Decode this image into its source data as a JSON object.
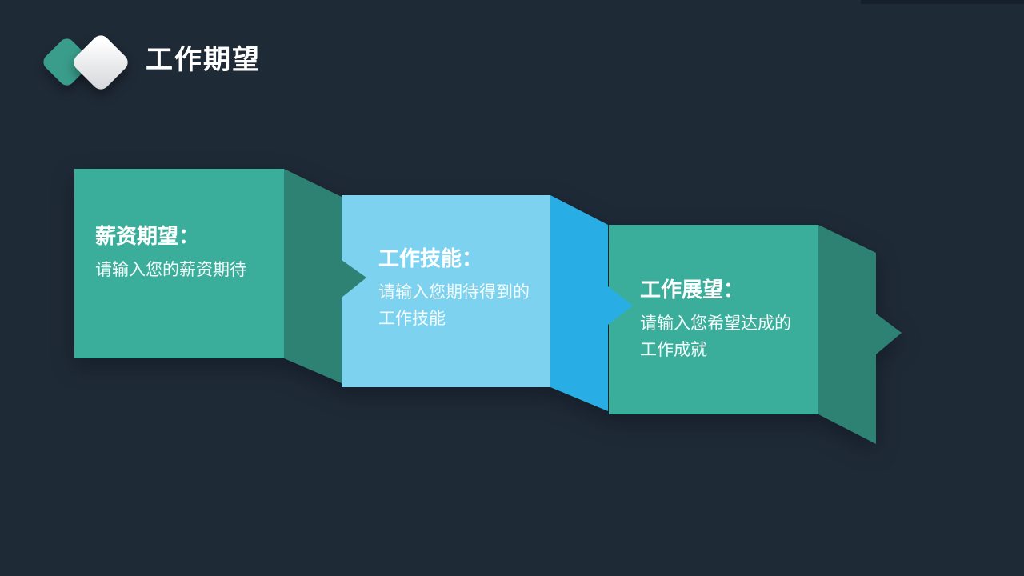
{
  "slide": {
    "title": "工作期望",
    "background_color": "#1f2a37",
    "top_right_strip_color": "#151f2b"
  },
  "logo": {
    "back_diamond_color": "#3a9d8b",
    "front_diamond_gradient_top": "#ffffff",
    "front_diamond_gradient_bottom": "#d3d5d9"
  },
  "panels": [
    {
      "heading": "薪资期望：",
      "body_lines": [
        "请输入您的薪资期待"
      ],
      "main_color": "#3bae9b",
      "fold_color": "#2e8273"
    },
    {
      "heading": "工作技能：",
      "body_lines": [
        "请输入您期待得到的",
        "工作技能"
      ],
      "main_color": "#7dd2f0",
      "fold_color": "#28aee4"
    },
    {
      "heading": "工作展望：",
      "body_lines": [
        "请输入您希望达成的",
        "工作成就"
      ],
      "main_color": "#3bae9b",
      "fold_color": "#2e8273"
    }
  ],
  "text_color": "#ffffff"
}
